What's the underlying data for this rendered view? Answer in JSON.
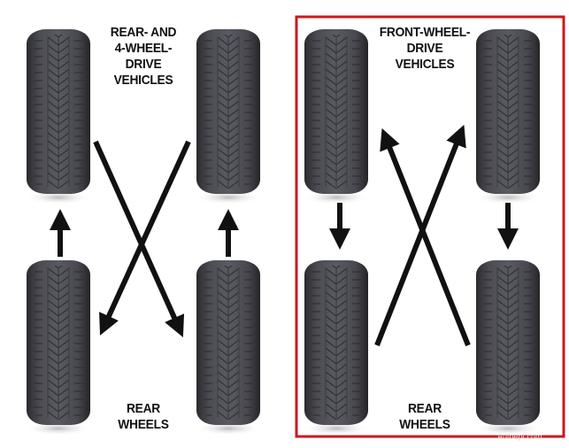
{
  "left_panel": {
    "title": "REAR- AND\n4-WHEEL-\nDRIVE\nVEHICLES",
    "bottom_label": "REAR\nWHEELS"
  },
  "right_panel": {
    "title": "FRONT-WHEEL-\nDRIVE\nVEHICLES",
    "bottom_label": "REAR\nWHEELS",
    "highlight_color": "#d0161d"
  },
  "watermark": "Autoept.com"
}
